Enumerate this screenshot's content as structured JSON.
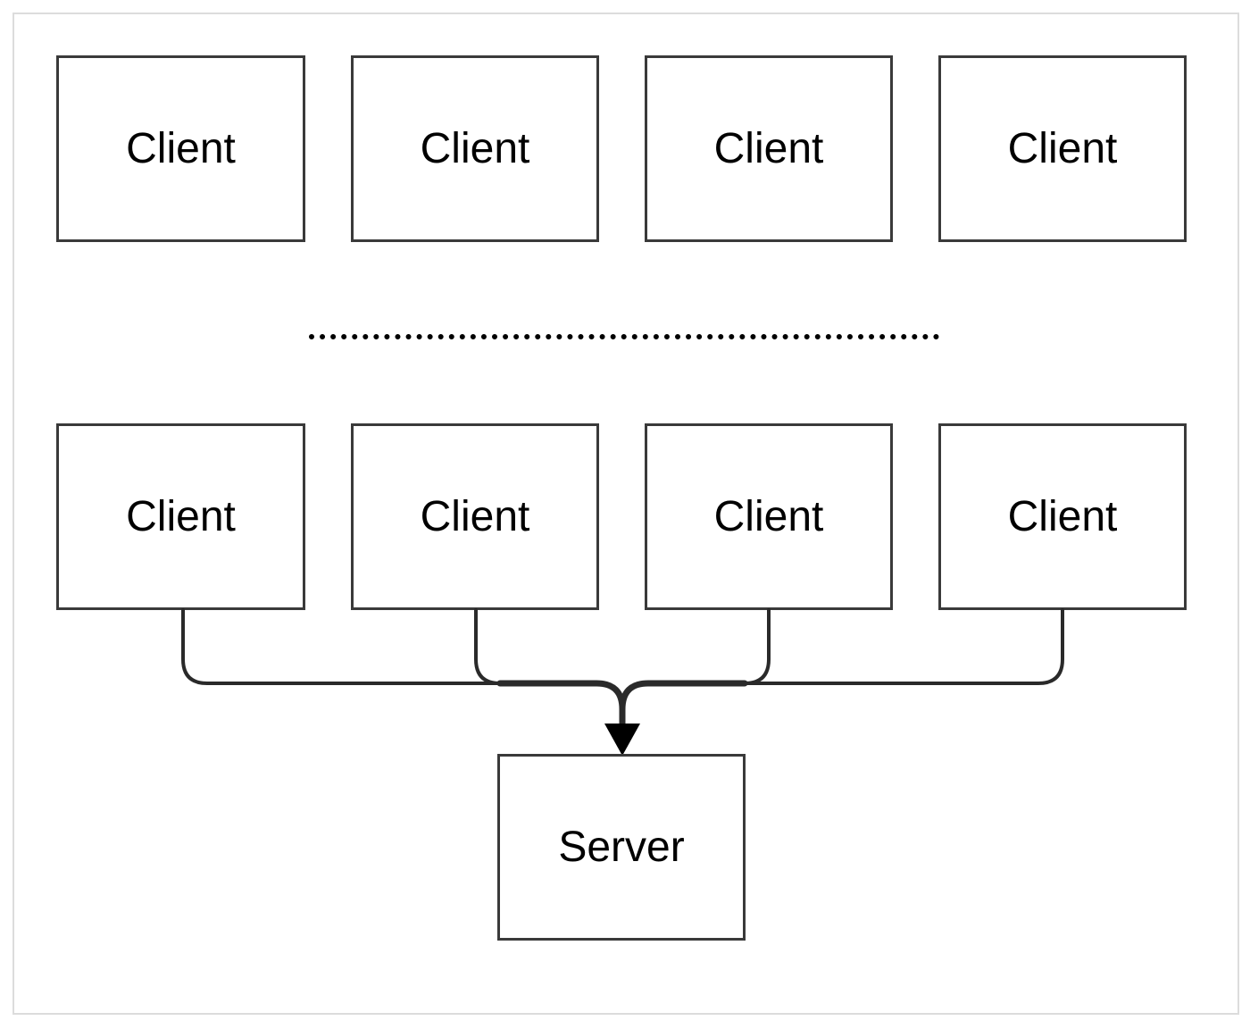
{
  "diagram": {
    "top_row": [
      {
        "label": "Client"
      },
      {
        "label": "Client"
      },
      {
        "label": "Client"
      },
      {
        "label": "Client"
      }
    ],
    "bottom_row": [
      {
        "label": "Client"
      },
      {
        "label": "Client"
      },
      {
        "label": "Client"
      },
      {
        "label": "Client"
      }
    ],
    "server": {
      "label": "Server"
    },
    "colors": {
      "border": "#3a3a3a",
      "frame": "#dcdcdc",
      "text": "#000000"
    }
  }
}
